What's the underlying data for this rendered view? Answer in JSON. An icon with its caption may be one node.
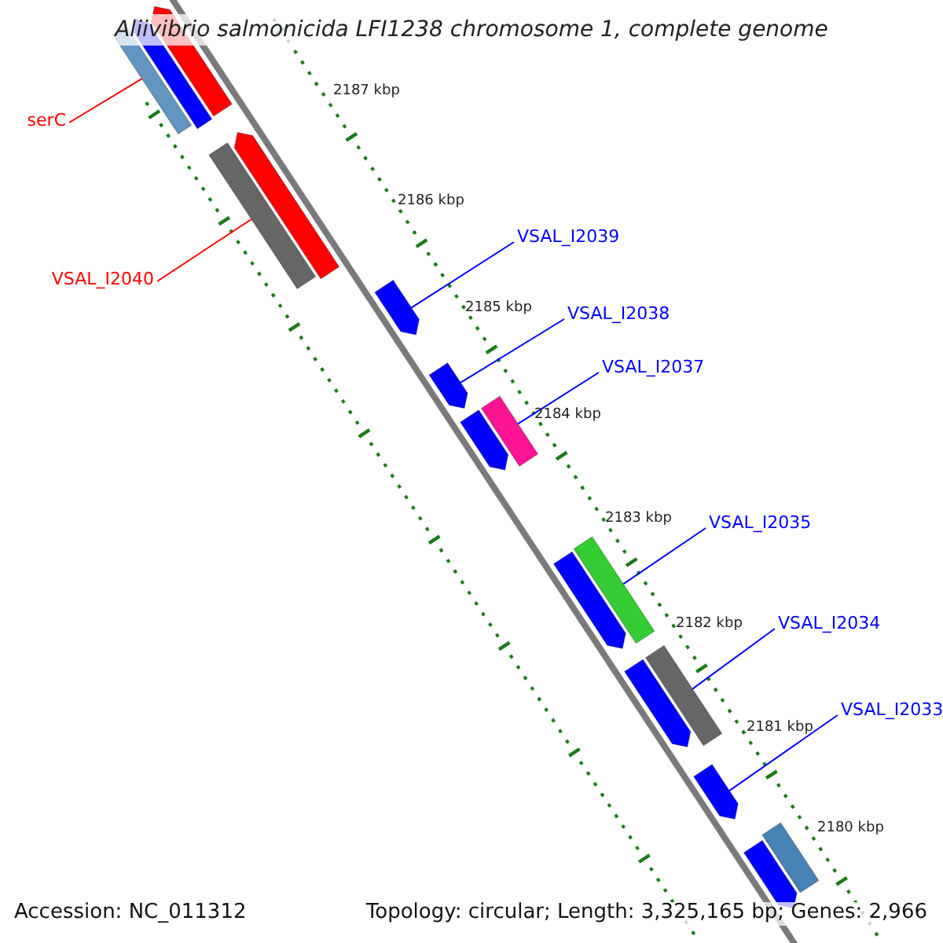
{
  "diagram": {
    "title": "Aliivibrio salmonicida LFI1238 chromosome 1, complete genome",
    "nodes": [
      {
        "text": [
          "serC"
        ]
      },
      {
        "text": [
          "VSAL_I2040"
        ]
      },
      {
        "text": [
          "VSAL_I2039"
        ]
      },
      {
        "text": [
          "VSAL_I2038"
        ]
      },
      {
        "text": [
          "VSAL_I2037"
        ]
      },
      {
        "text": [
          "VSAL_I2035"
        ]
      },
      {
        "text": [
          "VSAL_I2034"
        ]
      },
      {
        "text": [
          "VSAL_I2033"
        ]
      },
      {
        "text": [],
        "shape": "bar"
      },
      {
        "text": [],
        "shape": "bar"
      },
      {
        "text": [],
        "shape": "bar"
      },
      {
        "text": [],
        "shape": "bar"
      },
      {
        "text": [],
        "shape": "bar"
      },
      {
        "text": [],
        "shape": "bar"
      },
      {
        "text": [],
        "shape": "bar"
      },
      {
        "text": [],
        "shape": "bar"
      },
      {
        "text": [],
        "shape": "bar"
      },
      {
        "text": [],
        "shape": "bar"
      },
      {
        "text": [],
        "shape": "bar"
      },
      {
        "text": [],
        "shape": "bar"
      },
      {
        "text": [],
        "shape": "bar"
      },
      {
        "text": [],
        "shape": "bar"
      },
      {
        "text": [],
        "shape": "bar"
      },
      {
        "text": [],
        "shape": "bar"
      }
    ],
    "edges": [
      {
        "from": 0,
        "to": 8,
        "arrow": "none",
        "color": "#ff0000"
      },
      {
        "from": 1,
        "to": 12,
        "arrow": "none",
        "color": "#ff0000"
      },
      {
        "from": 2,
        "to": 13,
        "arrow": "none"
      },
      {
        "from": 3,
        "to": 14,
        "arrow": "none"
      },
      {
        "from": 4,
        "to": 16,
        "arrow": "none"
      },
      {
        "from": 5,
        "to": 18,
        "arrow": "none"
      },
      {
        "from": 6,
        "to": 20,
        "arrow": "none"
      },
      {
        "from": 7,
        "to": 21,
        "arrow": "none"
      }
    ],
    "labels": [
      "2187 kbp",
      "2186 kbp",
      "2185 kbp",
      "2184 kbp",
      "2183 kbp",
      "2182 kbp",
      "2181 kbp",
      "2180 kbp",
      "Accession: NC_011312",
      "Topology: circular; Length: 3,325,165 bp; Genes: 2,966"
    ]
  }
}
